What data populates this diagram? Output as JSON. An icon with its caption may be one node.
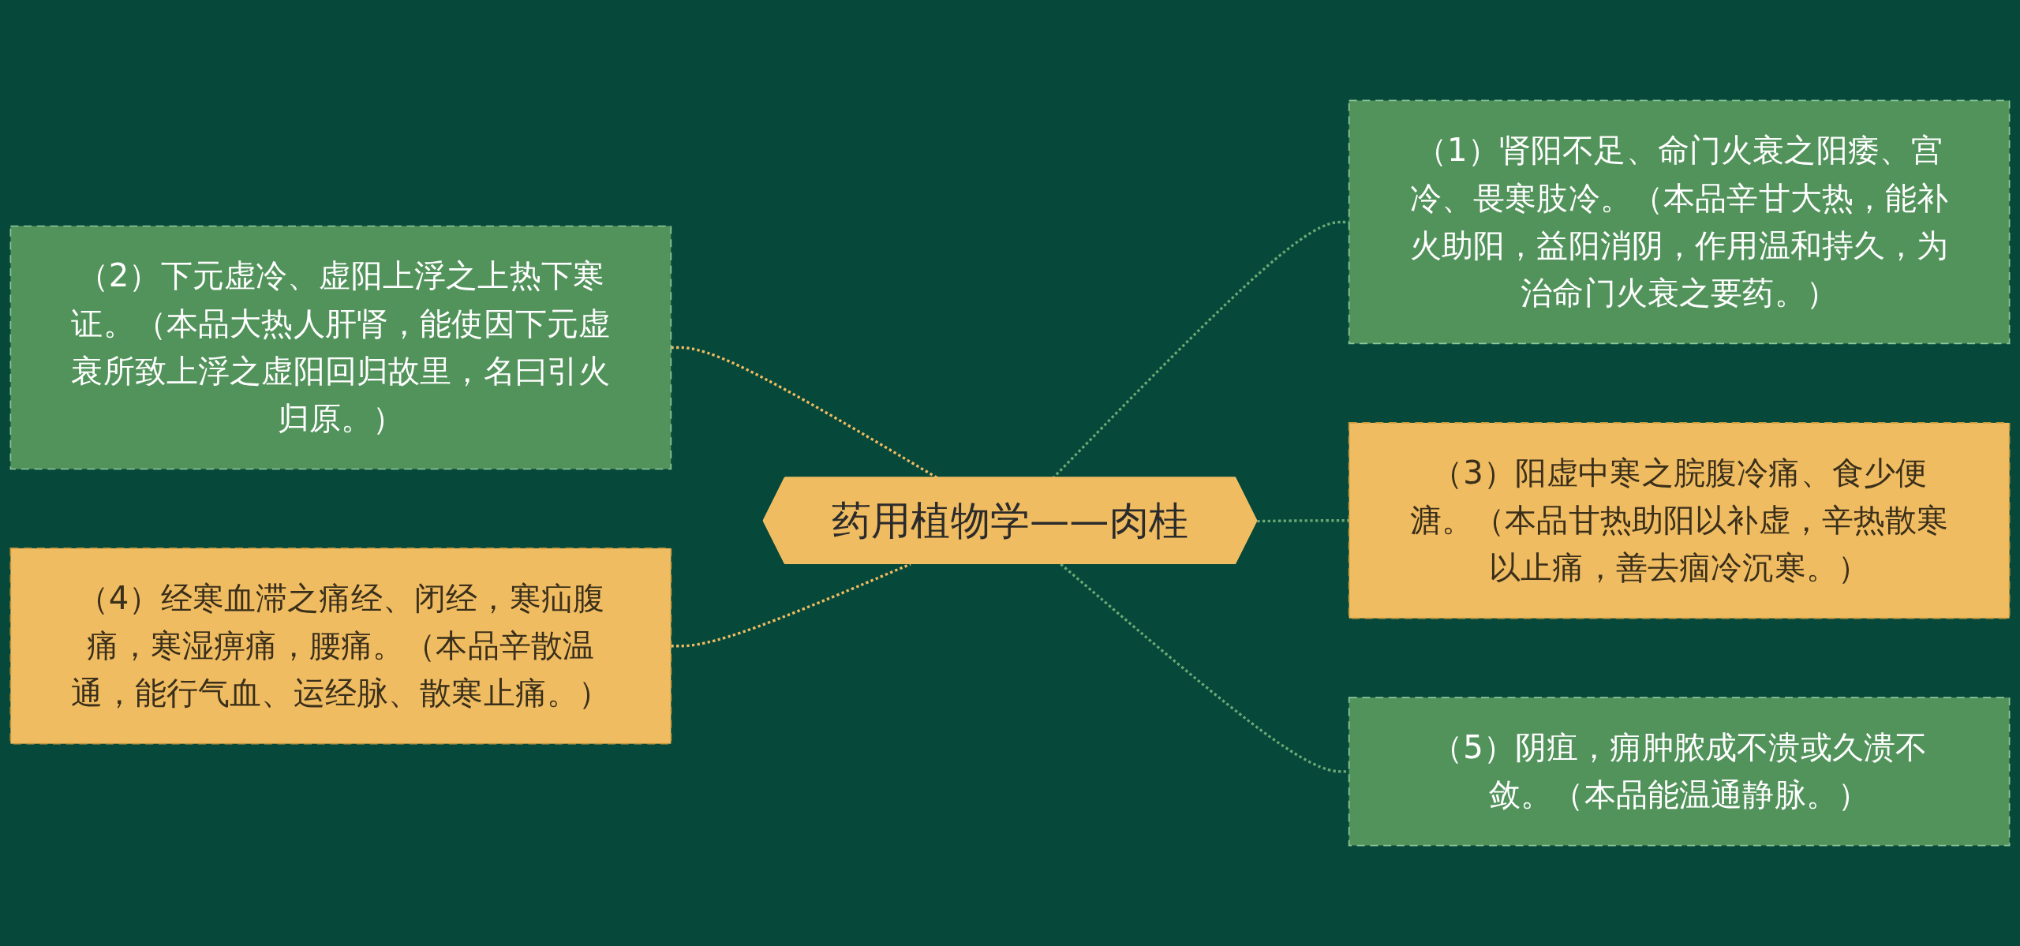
{
  "diagram": {
    "nodes": [
      {
        "text": [
          "药用植物学——肉桂"
        ]
      },
      {
        "text": [
          "（1）肾阳不足、命门火衰之阳痿、宫冷、畏寒肢冷。（本品辛甘大热，能补火助阳，益阳消阴，作用温和持久，为治命门火衰之要药。）"
        ]
      },
      {
        "text": [
          "（2）下元虚冷、虚阳上浮之上热下寒证。（本品大热人肝肾，能使因下元虚衰所致上浮之虚阳回归故里，名曰引火归原。）"
        ]
      },
      {
        "text": [
          "（3）阳虚中寒之脘腹冷痛、食少便溏。（本品甘热助阳以补虚，辛热散寒以止痛，善去痼冷沉寒。）"
        ]
      },
      {
        "text": [
          "（4）经寒血滞之痛经、闭经，寒疝腹痛，寒湿痹痛，腰痛。（本品辛散温通，能行气血、运经脉、散寒止痛。）"
        ]
      },
      {
        "text": [
          "（5）阴疽，痈肿脓成不溃或久溃不敛。（本品能温通静脉。）"
        ]
      }
    ],
    "edges": [
      {
        "from": 0,
        "to": 1,
        "arrow": "none",
        "style": "dashed"
      },
      {
        "from": 2,
        "to": 0,
        "arrow": "none",
        "style": "dashed",
        "color": "#f0bc62"
      },
      {
        "from": 0,
        "to": 3,
        "arrow": "none",
        "style": "dashed"
      },
      {
        "from": 4,
        "to": 0,
        "arrow": "none",
        "style": "dashed",
        "color": "#f0bc62"
      },
      {
        "from": 0,
        "to": 5,
        "arrow": "none",
        "style": "dashed"
      }
    ]
  }
}
